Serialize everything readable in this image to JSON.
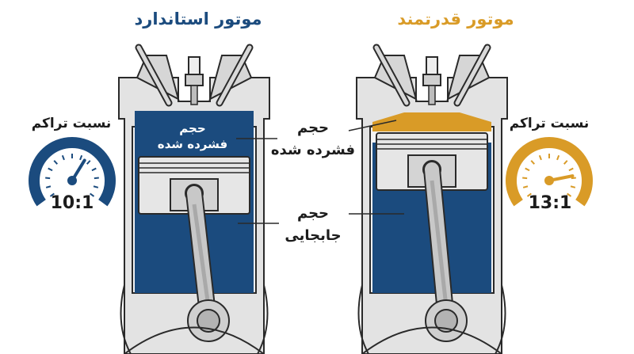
{
  "colors": {
    "standard": "#1b4b7e",
    "performance": "#d99b27",
    "block": "#e3e3e3",
    "metal": "#cfcfcf",
    "outline": "#2a2a2a"
  },
  "standard_engine": {
    "title": "موتور استاندارد",
    "compressed_volume_label": [
      "حجم",
      "فشرده شده"
    ],
    "compression_ratio_label": "نسبت تراکم",
    "compression_ratio_value": "10:1",
    "compression_ratio_numeric": 10,
    "gauge_icon": "gauge-icon"
  },
  "performance_engine": {
    "title": "موتور قدرتمند",
    "compression_ratio_label": "نسبت تراکم",
    "compression_ratio_value": "13:1",
    "compression_ratio_numeric": 13,
    "gauge_icon": "gauge-icon"
  },
  "center_labels": {
    "compressed_volume": [
      "حجم",
      "فشرده شده"
    ],
    "displacement_volume": [
      "حجم",
      "جابجایی"
    ]
  }
}
